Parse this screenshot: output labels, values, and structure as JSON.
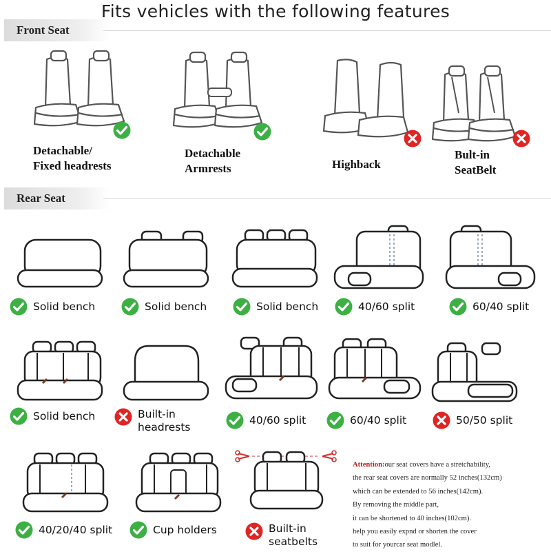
{
  "title": "Fits vehicles with the following features",
  "colors": {
    "check": "#3cb043",
    "cross": "#e02424",
    "tab": "#dcdcdc",
    "attention": "#c01818"
  },
  "front_section": {
    "label": "Front Seat",
    "items": [
      {
        "caption": [
          "Detachable/",
          "Fixed headrests"
        ],
        "status": "check"
      },
      {
        "caption": [
          "Detachable",
          "Armrests"
        ],
        "status": "check"
      },
      {
        "caption": [
          "Highback"
        ],
        "status": "cross"
      },
      {
        "caption": [
          "Bult-in",
          "SeatBelt"
        ],
        "status": "cross"
      }
    ]
  },
  "rear_section": {
    "label": "Rear Seat",
    "items": [
      {
        "caption": [
          "Solid bench"
        ],
        "status": "check"
      },
      {
        "caption": [
          "Solid bench"
        ],
        "status": "check"
      },
      {
        "caption": [
          "Solid bench"
        ],
        "status": "check"
      },
      {
        "caption": [
          "40/60 split"
        ],
        "status": "check"
      },
      {
        "caption": [
          "60/40 split"
        ],
        "status": "check"
      },
      {
        "caption": [
          "Solid bench"
        ],
        "status": "check"
      },
      {
        "caption": [
          "Built-in",
          "headrests"
        ],
        "status": "cross"
      },
      {
        "caption": [
          "40/60 split"
        ],
        "status": "check"
      },
      {
        "caption": [
          "60/40 split"
        ],
        "status": "check"
      },
      {
        "caption": [
          "50/50 split"
        ],
        "status": "cross"
      },
      {
        "caption": [
          "40/20/40 split"
        ],
        "status": "check"
      },
      {
        "caption": [
          "Cup holders"
        ],
        "status": "check"
      },
      {
        "caption": [
          "Built-in",
          "seatbelts"
        ],
        "status": "cross"
      }
    ]
  },
  "attention": {
    "heading": "Attention:",
    "lines": [
      "our seat covers have a stretchability,",
      "the rear seat covers are normally 52 inches(132cm)",
      "which can be extended to 56 inches(142cm).",
      "By removing the middle part,",
      "it can be shortened to 40 inches(102cm).",
      "help you easily expnd or shorten the cover",
      "to suit for yourcar seat modlel."
    ]
  }
}
